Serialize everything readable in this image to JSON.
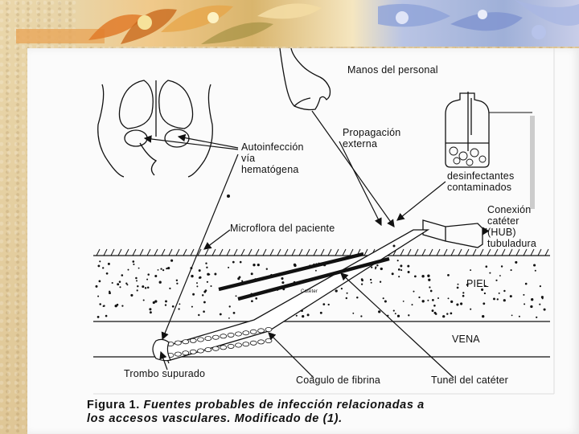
{
  "labels": {
    "manos": "Manos del personal",
    "propagacion": [
      "Propagación",
      "externa"
    ],
    "autoinfeccion": [
      "Autoinfección",
      "vía",
      "hematógena"
    ],
    "desinfectantes": [
      "desinfectantes",
      "contaminados"
    ],
    "conexion": [
      "Conexión",
      "catéter",
      "(HUB)",
      "tubuladura"
    ],
    "microflora": "Microflora del paciente",
    "piel": "PIEL",
    "cateter": "Catéter",
    "vena": "VENA",
    "trombo": "Trombo supurado",
    "coagulo": "Coágulo de fibrina",
    "tunel": "Tunel del catéter"
  },
  "caption": {
    "prefix": "Figura 1.",
    "line1": "Fuentes probables de infección relacionadas a",
    "line2": "los accesos vasculares. Modificado de (1)."
  },
  "colors": {
    "background": "#e6d2a4",
    "panel": "#fbfbfb",
    "ink": "#111111"
  }
}
